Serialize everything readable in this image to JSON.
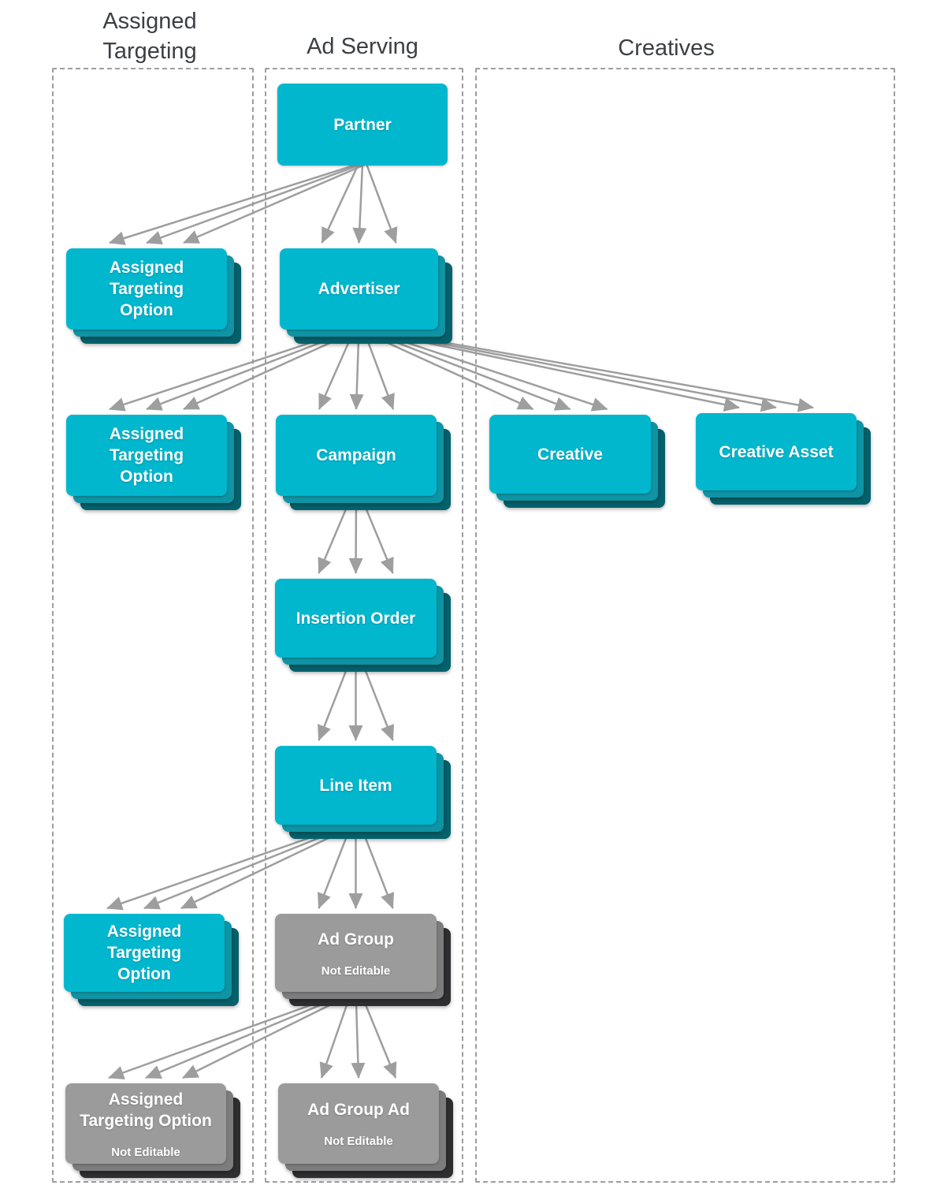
{
  "colors": {
    "teal_front": "#00b7ce",
    "teal_mid": "#0e94a4",
    "teal_back": "#05616c",
    "gray_front": "#9b9b9b",
    "gray_mid": "#7c7c7c",
    "gray_back": "#2f2f31",
    "arrow": "#9e9e9e",
    "border": "#9e9e9e",
    "heading": "#3c4043",
    "label_text": "#ffffff"
  },
  "diagram": {
    "columns": [
      {
        "id": "assigned-targeting",
        "label": "Assigned Targeting"
      },
      {
        "id": "ad-serving",
        "label": "Ad Serving"
      },
      {
        "id": "creatives",
        "label": "Creatives"
      }
    ],
    "nodes": [
      {
        "id": "partner",
        "label": "Partner",
        "column": "ad-serving",
        "style": "teal-flat"
      },
      {
        "id": "ato-partner",
        "label": "Assigned Targeting Option",
        "column": "assigned-targeting",
        "style": "teal-stacked"
      },
      {
        "id": "advertiser",
        "label": "Advertiser",
        "column": "ad-serving",
        "style": "teal-stacked"
      },
      {
        "id": "ato-advertiser",
        "label": "Assigned Targeting Option",
        "column": "assigned-targeting",
        "style": "teal-stacked"
      },
      {
        "id": "campaign",
        "label": "Campaign",
        "column": "ad-serving",
        "style": "teal-stacked"
      },
      {
        "id": "creative",
        "label": "Creative",
        "column": "creatives",
        "style": "teal-stacked"
      },
      {
        "id": "creative-asset",
        "label": "Creative Asset",
        "column": "creatives",
        "style": "teal-stacked"
      },
      {
        "id": "insertion-order",
        "label": "Insertion Order",
        "column": "ad-serving",
        "style": "teal-stacked"
      },
      {
        "id": "line-item",
        "label": "Line Item",
        "column": "ad-serving",
        "style": "teal-stacked"
      },
      {
        "id": "ato-line-item",
        "label": "Assigned Targeting Option",
        "column": "assigned-targeting",
        "style": "teal-stacked"
      },
      {
        "id": "ad-group",
        "label": "Ad Group",
        "sublabel": "Not Editable",
        "column": "ad-serving",
        "style": "gray-stacked"
      },
      {
        "id": "ato-ad-group",
        "label": "Assigned Targeting Option",
        "sublabel": "Not Editable",
        "column": "assigned-targeting",
        "style": "gray-stacked"
      },
      {
        "id": "ad-group-ad",
        "label": "Ad Group Ad",
        "sublabel": "Not Editable",
        "column": "ad-serving",
        "style": "gray-stacked"
      }
    ],
    "edges": [
      {
        "from": "partner",
        "to": "ato-partner"
      },
      {
        "from": "partner",
        "to": "advertiser"
      },
      {
        "from": "advertiser",
        "to": "ato-advertiser"
      },
      {
        "from": "advertiser",
        "to": "campaign"
      },
      {
        "from": "advertiser",
        "to": "creative"
      },
      {
        "from": "advertiser",
        "to": "creative-asset"
      },
      {
        "from": "campaign",
        "to": "insertion-order"
      },
      {
        "from": "insertion-order",
        "to": "line-item"
      },
      {
        "from": "line-item",
        "to": "ato-line-item"
      },
      {
        "from": "line-item",
        "to": "ad-group"
      },
      {
        "from": "ad-group",
        "to": "ato-ad-group"
      },
      {
        "from": "ad-group",
        "to": "ad-group-ad"
      }
    ]
  }
}
